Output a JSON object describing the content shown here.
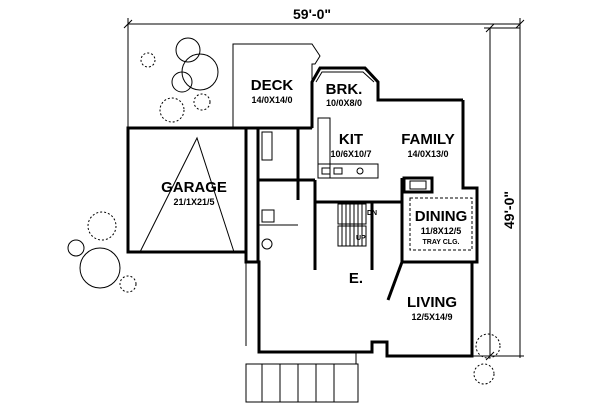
{
  "dimensions": {
    "width": "59'-0\"",
    "depth": "49'-0\""
  },
  "rooms": {
    "deck": {
      "name": "DECK",
      "size": "14/0X14/0"
    },
    "breakfast": {
      "name": "BRK.",
      "size": "10/0X8/0"
    },
    "kitchen": {
      "name": "KIT",
      "size": "10/6X10/7"
    },
    "family": {
      "name": "FAMILY",
      "size": "14/0X13/0"
    },
    "garage": {
      "name": "GARAGE",
      "size": "21/1X21/5"
    },
    "dining": {
      "name": "DINING",
      "size": "11/8X12/5",
      "note": "TRAY CLG."
    },
    "entry": {
      "name": "E."
    },
    "living": {
      "name": "LIVING",
      "size": "12/5X14/9"
    }
  },
  "stairs": {
    "down": "DN",
    "up": "UP"
  }
}
